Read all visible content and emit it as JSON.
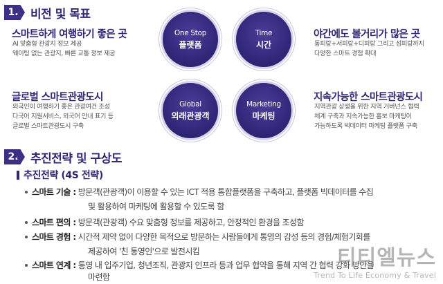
{
  "section1": {
    "num": "1.",
    "title": "비전 및 목표"
  },
  "quadrants": {
    "top_left": {
      "title": "스마트하게 여행하기 좋은 곳",
      "lines": [
        "AI 맞춤형 관광지 정보 제공",
        "웨이팅 없는 관광지, 빠른 교통 정보 제공"
      ]
    },
    "top_right": {
      "title": "야간에도 볼거리가 많은 곳",
      "lines": [
        "동피랑+서피랑+디피랑 그리고 섬피랑까지",
        "다양한 스마트 경험 확대"
      ]
    },
    "bottom_left": {
      "title": "글로벌 스마트관광도시",
      "lines": [
        "외국인이 여행하기 좋은 관광여건 조성",
        "다국어 지원서비스, 외국어 안내 표기 등",
        "글로벌 스마트관광도시 구축"
      ]
    },
    "bottom_right": {
      "title": "지속가능한 스마트관광도시",
      "lines": [
        "지역관광 상생을 위한 지역 거버넌스 협력",
        "체계 구축과 지속가능한 홍보 마케팅이",
        "가능하도록 빅데이터 마케팅 플랫폼 구축"
      ]
    }
  },
  "circles": {
    "one_stop": {
      "en": "One Stop",
      "ko": "플랫폼"
    },
    "time": {
      "en": "Time",
      "ko": "시간"
    },
    "global": {
      "en": "Global",
      "ko": "외래관광객"
    },
    "marketing": {
      "en": "Marketing",
      "ko": "마케팅"
    }
  },
  "section2": {
    "num": "2.",
    "title": "추진전략 및 구상도"
  },
  "strategy": {
    "title": "추진전략 (4S 전략)",
    "items": [
      {
        "label": "스마트 기술 :",
        "lines": [
          "방문객(관광객)이 이용할 수 있는 ICT 적용 통합플랫폼을 구축하고, 플랫폼 빅데이터를 수집",
          "및 활용하여 마케팅에 활용할 수 있도록 함"
        ]
      },
      {
        "label": "스마트 편의 :",
        "lines": [
          "방문객(관광객) 수요 맞춤형 정보를 제공하고, 안정적인 환경을 조성함"
        ]
      },
      {
        "label": "스마트 경험 :",
        "lines": [
          "시간적 제약 없이 다양한 목적으로 방문하는 사람들에게 통영의 감성 등의 경험/체험기회를",
          "제공하여 '친 통영인'으로 발전시킴"
        ]
      },
      {
        "label": "스마트 연계 :",
        "lines": [
          "통영 내 입주기업, 청년조직, 관광지 인프라 등과 업무 협약을 통해 지역 간 협력 강화 방안을",
          "마련함"
        ]
      }
    ]
  },
  "watermark": {
    "ko": "티티엘뉴스",
    "en": "Trend To Life Economy & Travel"
  }
}
